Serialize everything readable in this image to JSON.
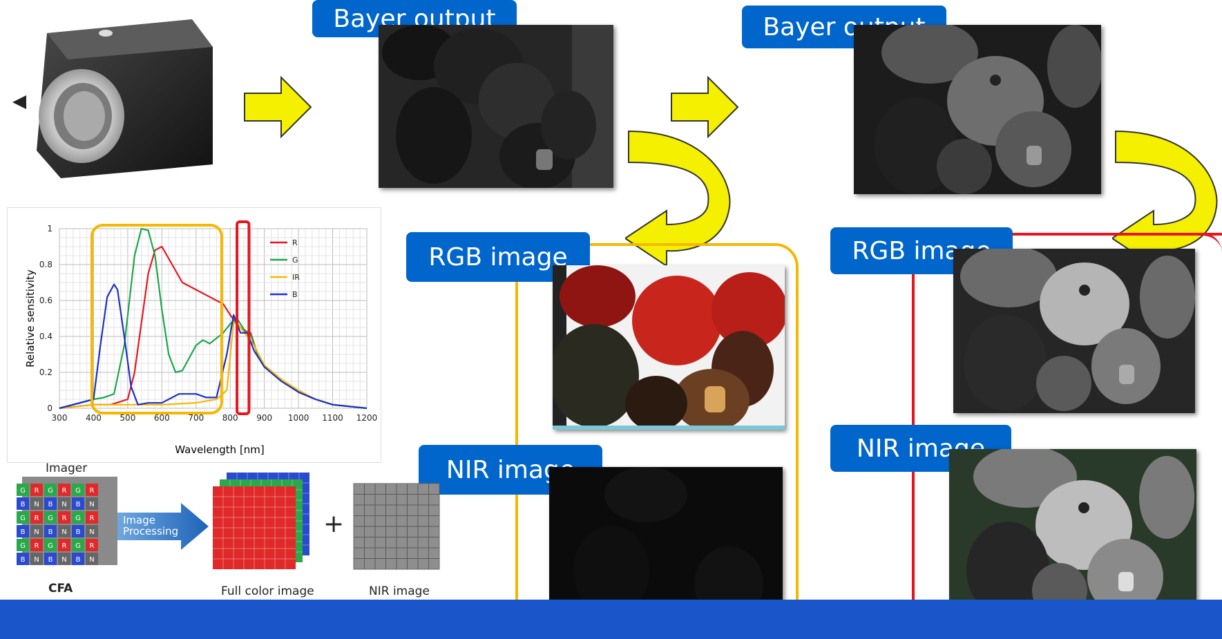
{
  "labels": {
    "bayer_left": "Bayer output",
    "bayer_right": "Bayer output",
    "rgb_left": "RGB image",
    "rgb_right": "RGB image",
    "nir_left": "NIR image",
    "nir_right": "NIR image"
  },
  "diagram": {
    "imager": "Imager",
    "cfa": "CFA",
    "processing_line1": "Image",
    "processing_line2": "Processing",
    "plus": "+",
    "full_color": "Full color image",
    "nir": "NIR image",
    "cfa_letters": [
      "G",
      "R",
      "G",
      "R",
      "G",
      "R",
      "B",
      "N",
      "B",
      "N",
      "B",
      "N"
    ]
  },
  "chart_data": {
    "type": "line",
    "xlabel": "Wavelength [nm]",
    "ylabel": "Relative sensitivity",
    "xlim": [
      300,
      1200
    ],
    "ylim": [
      0,
      1
    ],
    "x_ticks": [
      "300",
      "400",
      "500",
      "600",
      "700",
      "800",
      "900",
      "1000",
      "1100",
      "1200"
    ],
    "y_ticks": [
      "0",
      "0.2",
      "0.4",
      "0.6",
      "0.8",
      "1"
    ],
    "grid": true,
    "legend_placement": "top-right",
    "series": [
      {
        "name": "R",
        "color": "#e8141e",
        "x": [
          300,
          400,
          450,
          500,
          520,
          560,
          580,
          600,
          630,
          660,
          700,
          740,
          780,
          800,
          820,
          840,
          860,
          880,
          900,
          950,
          1000,
          1050,
          1100,
          1150,
          1200
        ],
        "y": [
          0,
          0.02,
          0.02,
          0.05,
          0.2,
          0.75,
          0.88,
          0.9,
          0.8,
          0.7,
          0.66,
          0.62,
          0.58,
          0.52,
          0.47,
          0.43,
          0.42,
          0.3,
          0.23,
          0.16,
          0.09,
          0.05,
          0.02,
          0.01,
          0
        ]
      },
      {
        "name": "G",
        "color": "#1aa64a",
        "x": [
          300,
          400,
          430,
          460,
          490,
          520,
          540,
          560,
          580,
          600,
          620,
          640,
          660,
          700,
          720,
          740,
          780,
          800,
          820,
          840,
          860,
          880,
          900,
          950,
          1000,
          1050,
          1100,
          1150,
          1200
        ],
        "y": [
          0,
          0.05,
          0.06,
          0.08,
          0.35,
          0.85,
          1.0,
          0.99,
          0.85,
          0.55,
          0.3,
          0.2,
          0.21,
          0.35,
          0.38,
          0.36,
          0.42,
          0.47,
          0.5,
          0.44,
          0.41,
          0.3,
          0.23,
          0.16,
          0.09,
          0.05,
          0.02,
          0.01,
          0
        ]
      },
      {
        "name": "IR",
        "color": "#f5b800",
        "x": [
          300,
          400,
          500,
          600,
          700,
          760,
          790,
          810,
          830,
          850,
          870,
          900,
          950,
          1000,
          1050,
          1100,
          1150,
          1200
        ],
        "y": [
          0,
          0.02,
          0.02,
          0.02,
          0.03,
          0.05,
          0.1,
          0.48,
          0.45,
          0.4,
          0.35,
          0.24,
          0.16,
          0.1,
          0.05,
          0.02,
          0.01,
          0
        ]
      },
      {
        "name": "B",
        "color": "#1a2fcc",
        "x": [
          300,
          400,
          420,
          440,
          460,
          470,
          490,
          510,
          530,
          560,
          600,
          650,
          700,
          730,
          760,
          790,
          810,
          830,
          850,
          870,
          900,
          950,
          1000,
          1050,
          1100,
          1150,
          1200
        ],
        "y": [
          0,
          0.05,
          0.35,
          0.62,
          0.69,
          0.66,
          0.4,
          0.12,
          0.02,
          0.03,
          0.03,
          0.08,
          0.08,
          0.06,
          0.06,
          0.3,
          0.52,
          0.42,
          0.42,
          0.32,
          0.23,
          0.15,
          0.09,
          0.05,
          0.02,
          0.01,
          0
        ]
      }
    ],
    "highlight_visible_range": [
      395,
      775
    ],
    "highlight_nir_range": [
      820,
      855
    ]
  },
  "colors": {
    "label_bg": "#0066cc",
    "arrow_fill": "#f4f000",
    "orange_frame": "#f5b800",
    "red_frame": "#e8141e",
    "footer": "#1a56c9"
  },
  "icons": [
    "camera-icon",
    "straight-arrow-icon",
    "curved-arrow-icon"
  ]
}
